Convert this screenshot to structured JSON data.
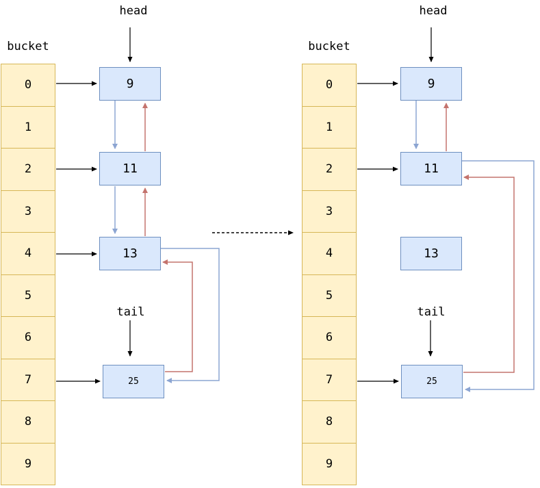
{
  "colors": {
    "bucket_fill": "#FFF2CC",
    "bucket_border": "#D6B656",
    "node_fill": "#DAE8FC",
    "node_border": "#6C8EBF",
    "next_link": "#8CA5D2",
    "prev_link": "#C4736D",
    "pointer_arrow": "#000000"
  },
  "left_panel": {
    "bucket_label": "bucket",
    "head_label": "head",
    "tail_label": "tail",
    "bucket_indices": [
      "0",
      "1",
      "2",
      "3",
      "4",
      "5",
      "6",
      "7",
      "8",
      "9"
    ],
    "nodes": {
      "n9": "9",
      "n11": "11",
      "n13": "13",
      "n25": "25"
    },
    "bucket_pointers": [
      {
        "bucket": "0",
        "node": "9"
      },
      {
        "bucket": "2",
        "node": "11"
      },
      {
        "bucket": "4",
        "node": "13"
      },
      {
        "bucket": "7",
        "node": "25"
      }
    ],
    "next_links": [
      [
        "9",
        "11"
      ],
      [
        "11",
        "13"
      ],
      [
        "13",
        "25"
      ]
    ],
    "prev_links": [
      [
        "11",
        "9"
      ],
      [
        "13",
        "11"
      ],
      [
        "25",
        "13"
      ]
    ]
  },
  "right_panel": {
    "bucket_label": "bucket",
    "head_label": "head",
    "tail_label": "tail",
    "bucket_indices": [
      "0",
      "1",
      "2",
      "3",
      "4",
      "5",
      "6",
      "7",
      "8",
      "9"
    ],
    "nodes": {
      "n9": "9",
      "n11": "11",
      "n13": "13",
      "n25": "25"
    },
    "bucket_pointers": [
      {
        "bucket": "0",
        "node": "9"
      },
      {
        "bucket": "2",
        "node": "11"
      },
      {
        "bucket": "7",
        "node": "25"
      }
    ],
    "next_links": [
      [
        "9",
        "11"
      ],
      [
        "11",
        "25"
      ]
    ],
    "prev_links": [
      [
        "11",
        "9"
      ],
      [
        "25",
        "11"
      ]
    ],
    "detached_node": "13"
  },
  "transition": {
    "style": "dashed-arrow",
    "direction": "left-to-right"
  }
}
